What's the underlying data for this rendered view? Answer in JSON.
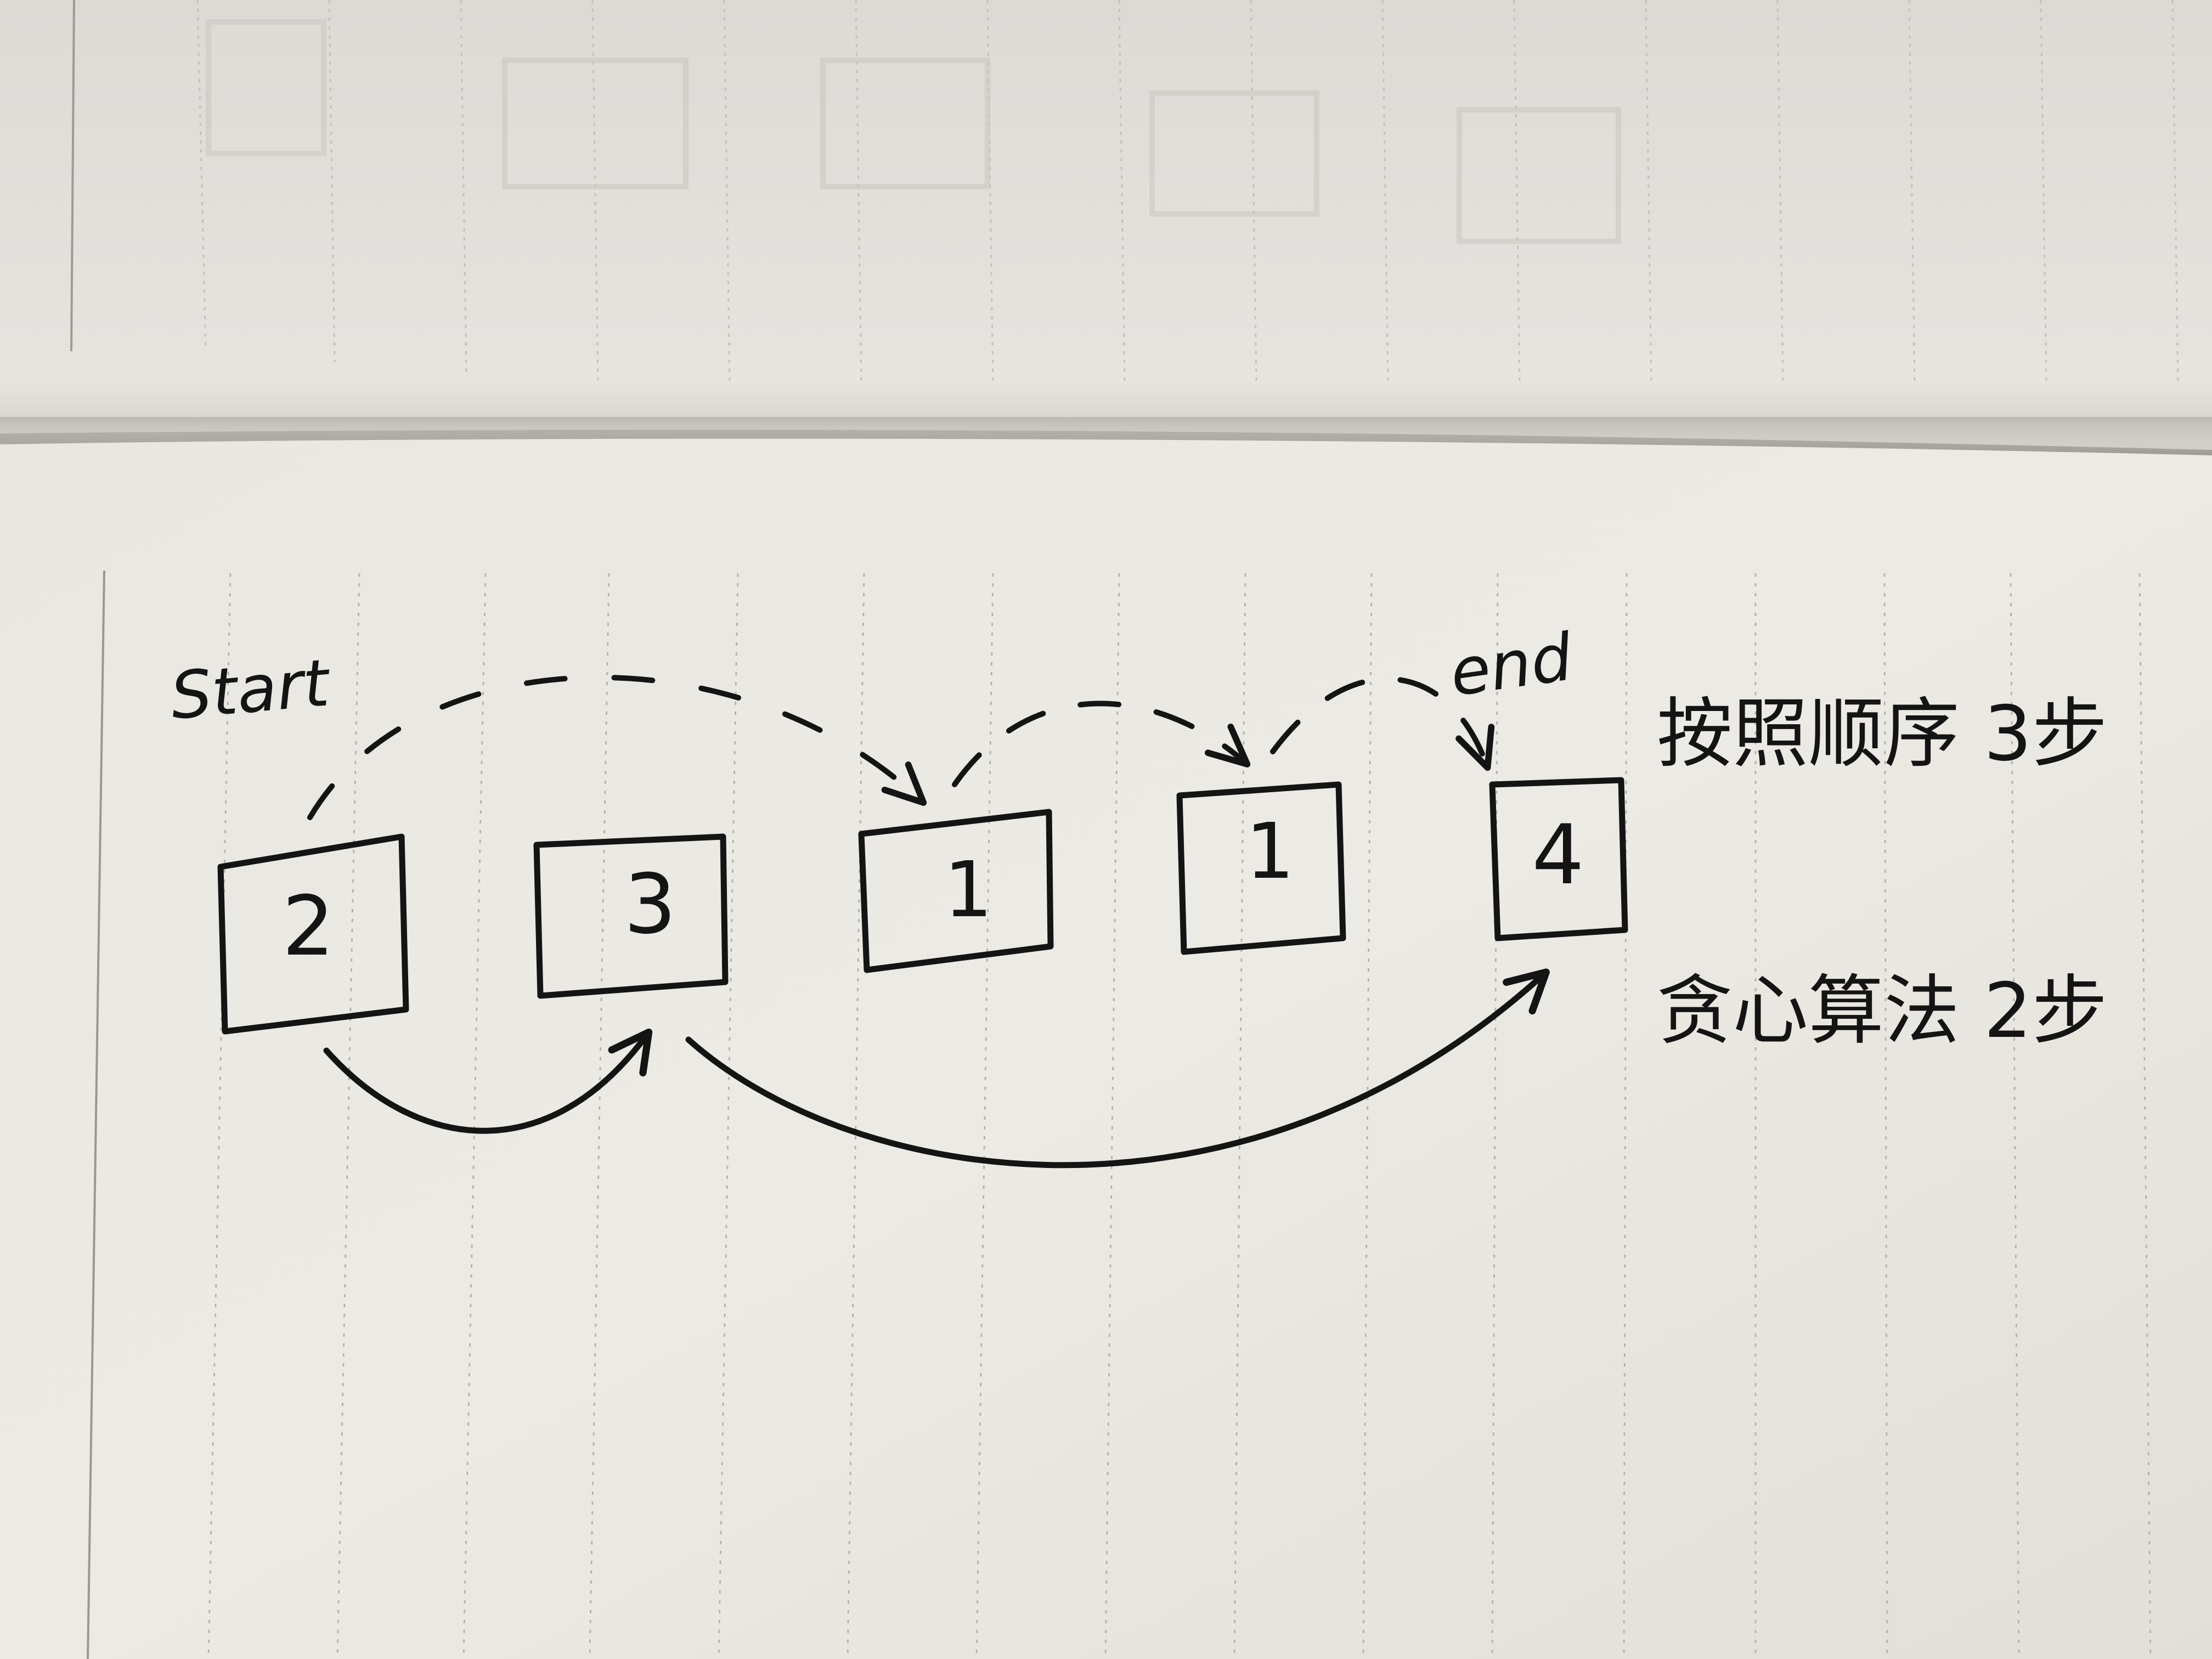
{
  "labels": {
    "start": "Start",
    "end": "end"
  },
  "boxes": [
    {
      "value": "2"
    },
    {
      "value": "3"
    },
    {
      "value": "1"
    },
    {
      "value": "1"
    },
    {
      "value": "4"
    }
  ],
  "notes": {
    "sequential": "按照顺序 3步",
    "greedy": "贪心算法 2步"
  },
  "colors": {
    "ink": "#141414",
    "paper": "#ebe8e0",
    "rule_line": "#b5b3ad"
  }
}
